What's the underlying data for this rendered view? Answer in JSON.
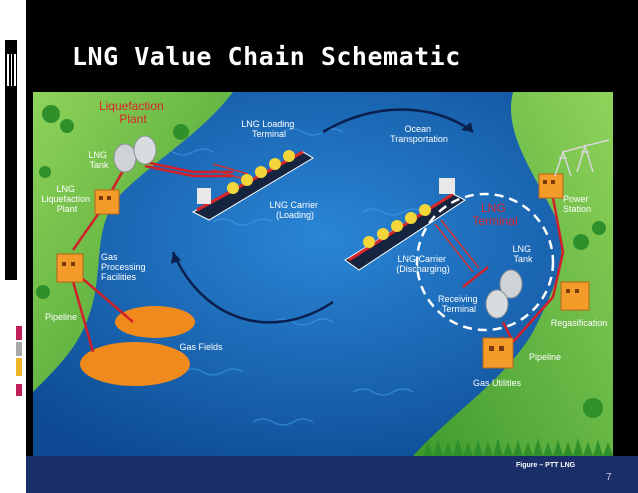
{
  "title": "LNG Value Chain Schematic",
  "labels": {
    "liquefaction_plant_title_1": "Liquefaction",
    "liquefaction_plant_title_2": "Plant",
    "lng_tank_left_1": "LNG",
    "lng_tank_left_2": "Tank",
    "lng_liq_1": "LNG",
    "lng_liq_2": "Liquefaction",
    "lng_liq_3": "Plant",
    "gas_proc_1": "Gas",
    "gas_proc_2": "Processing",
    "gas_proc_3": "Facilities",
    "pipeline_left": "Pipeline",
    "gas_fields": "Gas Fields",
    "loading_terminal_1": "LNG Loading",
    "loading_terminal_2": "Terminal",
    "carrier_loading_1": "LNG Carrier",
    "carrier_loading_2": "(Loading)",
    "ocean_1": "Ocean",
    "ocean_2": "Transportation",
    "lng_terminal_1": "LNG",
    "lng_terminal_2": "Terminal",
    "carrier_discharging_1": "LNG Carrier",
    "carrier_discharging_2": "(Discharging)",
    "receiving_1": "Receiving",
    "receiving_2": "Terminal",
    "lng_tank_right_1": "LNG",
    "lng_tank_right_2": "Tank",
    "power_1": "Power",
    "power_2": "Station",
    "regasification": "Regasification",
    "pipeline_right": "Pipeline",
    "gas_utilities": "Gas Utilities"
  },
  "figure_note": "Figure – PTT LNG",
  "slide_number": "7",
  "colors": {
    "sea": "#1562b3",
    "land": "#5fb63c",
    "building": "#f39c2a",
    "pipe": "#d0202a",
    "lng_terminal_label": "#d9262a",
    "liquefaction_label": "#d9262a"
  }
}
